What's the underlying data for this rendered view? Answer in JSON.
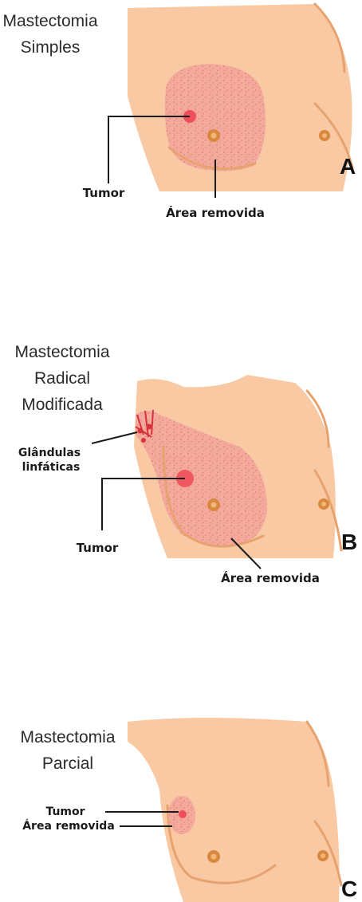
{
  "panels": [
    {
      "letter": "A",
      "title_lines": [
        "Mastectomia",
        "Simples"
      ],
      "labels": {
        "tumor": "Tumor",
        "area": "Área removida"
      }
    },
    {
      "letter": "B",
      "title_lines": [
        "Mastectomia",
        "Radical",
        "Modificada"
      ],
      "labels": {
        "glands_1": "Glândulas",
        "glands_2": "linfáticas",
        "tumor": "Tumor",
        "area": "Área removida"
      }
    },
    {
      "letter": "C",
      "title_lines": [
        "Mastectomia",
        "Parcial"
      ],
      "labels": {
        "tumor": "Tumor",
        "area": "Área removida"
      }
    }
  ],
  "colors": {
    "skin": "#f8c9a2",
    "skin_outline": "#e7a36f",
    "removed_area": "#f2a39a",
    "tumor": "#ef4f5b",
    "nipple": "#d9893f"
  }
}
